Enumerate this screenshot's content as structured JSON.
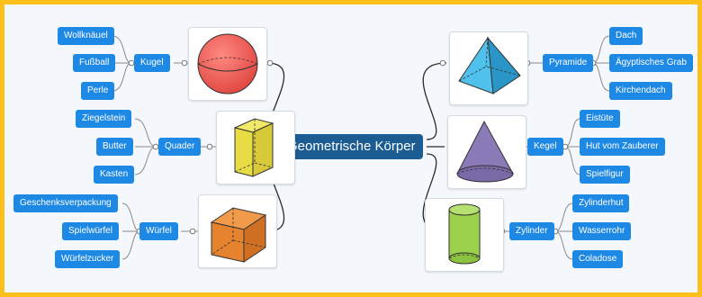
{
  "center": "Geometrische Körper",
  "branches": {
    "kugel": {
      "label": "Kugel",
      "icon": "sphere-icon",
      "children": [
        "Wollknäuel",
        "Fußball",
        "Perle"
      ]
    },
    "quader": {
      "label": "Quader",
      "icon": "cuboid-icon",
      "children": [
        "Ziegelstein",
        "Butter",
        "Kasten"
      ]
    },
    "wuerfel": {
      "label": "Würfel",
      "icon": "cube-icon",
      "children": [
        "Geschenksverpackung",
        "Spielwürfel",
        "Würfelzucker"
      ]
    },
    "pyramide": {
      "label": "Pyramide",
      "icon": "pyramid-icon",
      "children": [
        "Dach",
        "Ägyptisches Grab",
        "Kirchendach"
      ]
    },
    "kegel": {
      "label": "Kegel",
      "icon": "cone-icon",
      "children": [
        "Eistüte",
        "Hut vom Zauberer",
        "Spielfigur"
      ]
    },
    "zylinder": {
      "label": "Zylinder",
      "icon": "cylinder-icon",
      "children": [
        "Zylinderhut",
        "Wasserrohr",
        "Coladose"
      ]
    }
  },
  "colors": {
    "frame": "#fdbf1a",
    "node": "#1e88e5",
    "center": "#1b5d92",
    "sphere": "#f0625b",
    "cuboid": "#e8dc45",
    "cube": "#e5832e",
    "pyramid": "#3ab1e0",
    "cone": "#8a7bb8",
    "cylinder": "#9bd04d"
  }
}
